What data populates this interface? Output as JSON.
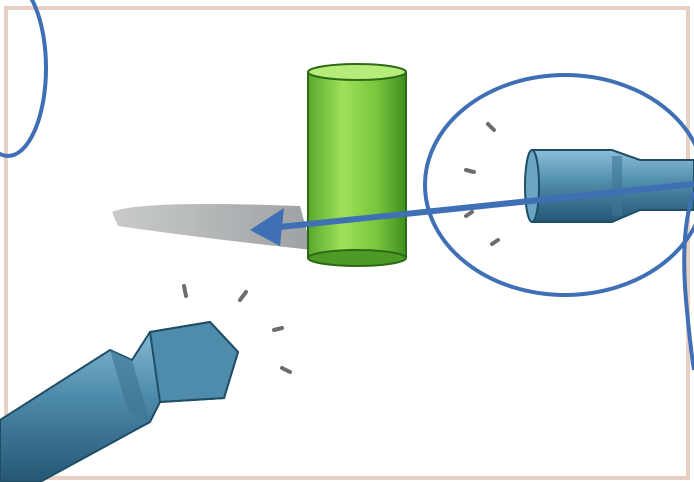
{
  "scene": {
    "objects": [
      "green-cylinder",
      "flashlight-right",
      "flashlight-bottom-left",
      "shadow",
      "arrow",
      "highlight-circles"
    ]
  },
  "colors": {
    "background": "#ffffff",
    "frame": "#e8cfc4",
    "cylinder": "#8ed44a",
    "cylinder_dark": "#3f8f1f",
    "flashlight": "#4f8cab",
    "flashlight_dark": "#245774",
    "shadow": "#b7b9ba",
    "annotation": "#3f6fb4"
  }
}
